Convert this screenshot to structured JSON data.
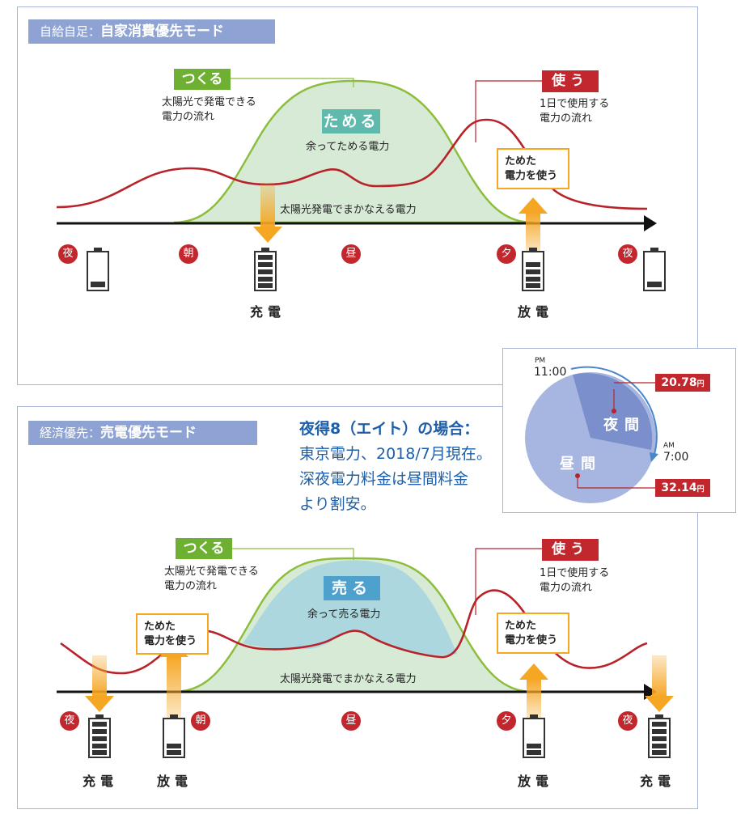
{
  "panel1": {
    "mode_prefix": "自給自足：",
    "mode_title": "自家消費優先モード",
    "produce_label": "つくる",
    "produce_desc": "太陽光で発電できる\n電力の流れ",
    "store_label": "ためる",
    "store_desc": "余ってためる電力",
    "use_label": "使う",
    "use_desc": "1日で使用する\n電力の流れ",
    "callout": "ためた\n電力を使う",
    "solar_cover": "太陽光発電でまかなえる電力",
    "time_night": "夜",
    "time_morning": "朝",
    "time_noon": "昼",
    "time_evening": "夕",
    "charge": "充電",
    "discharge": "放電"
  },
  "panel2": {
    "mode_prefix": "経済優先：",
    "mode_title": "売電優先モード",
    "produce_label": "つくる",
    "produce_desc": "太陽光で発電できる\n電力の流れ",
    "sell_label": "売る",
    "sell_desc": "余って売る電力",
    "use_label": "使う",
    "use_desc": "1日で使用する\n電力の流れ",
    "callout": "ためた\n電力を使う",
    "solar_cover": "太陽光発電でまかなえる電力",
    "time_night": "夜",
    "time_morning": "朝",
    "time_noon": "昼",
    "time_evening": "夕",
    "charge": "充電",
    "discharge": "放電"
  },
  "info": {
    "title": "夜得8（エイト）の場合：",
    "body": "東京電力、2018/7月現在。\n深夜電力料金は昼間料金\nより割安。"
  },
  "clock": {
    "pm_label": "PM",
    "pm_time": "11:00",
    "am_label": "AM",
    "am_time": "7:00",
    "night_label": "夜間",
    "day_label": "昼間",
    "night_price": "20.78",
    "day_price": "32.14",
    "price_unit": "円"
  },
  "colors": {
    "green": "#6eb031",
    "red": "#c1272d",
    "orange": "#f5a623",
    "blue_text": "#1d5fa8",
    "tag_bg": "#8ea3d4"
  }
}
